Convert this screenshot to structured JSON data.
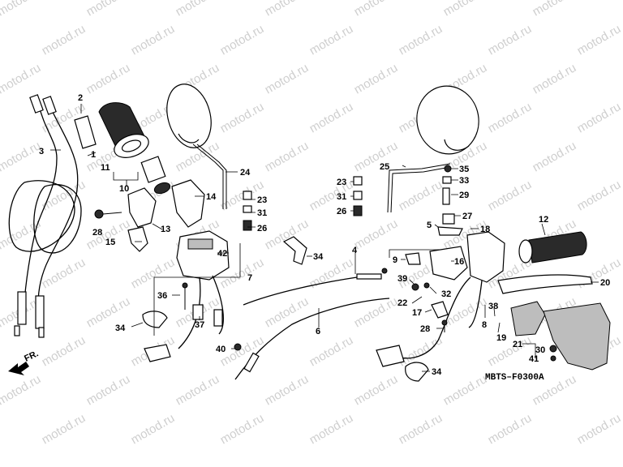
{
  "watermark": "motod.ru",
  "diagram_code": "MBTS–F0300A",
  "direction_label": "FR.",
  "part_labels": [
    "1",
    "2",
    "3",
    "4",
    "5",
    "6",
    "7",
    "8",
    "9",
    "10",
    "11",
    "12",
    "13",
    "14",
    "15",
    "16",
    "17",
    "18",
    "19",
    "20",
    "21",
    "22",
    "23",
    "24",
    "25",
    "26",
    "27",
    "28",
    "29",
    "30",
    "31",
    "32",
    "33",
    "34",
    "35",
    "36",
    "37",
    "38",
    "39",
    "40",
    "41",
    "42"
  ]
}
